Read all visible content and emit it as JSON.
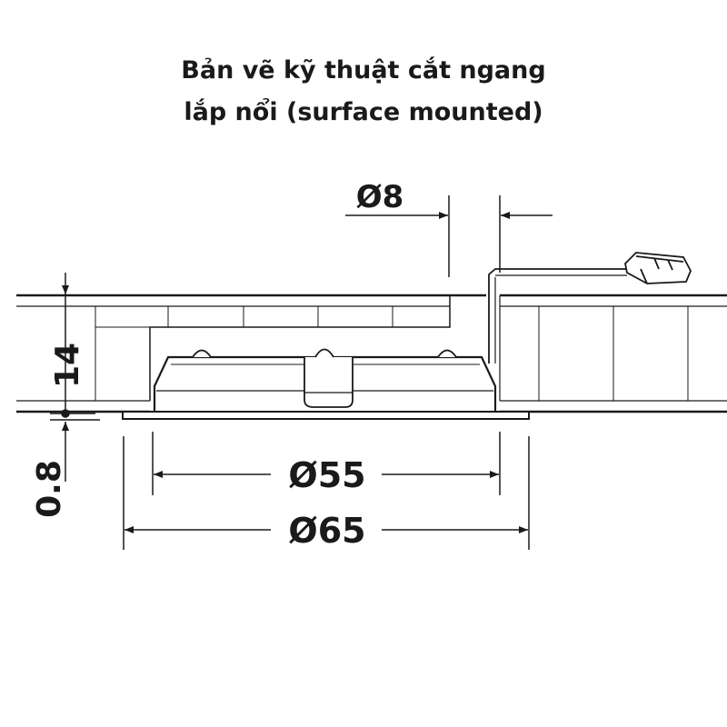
{
  "title": {
    "line1": "Bản vẽ kỹ thuật cắt ngang",
    "line2": "lắp nổi (surface mounted)"
  },
  "dimensions": {
    "cable_diameter": "Ø8",
    "cutout_diameter": "Ø55",
    "outer_diameter": "Ø65",
    "height": "14",
    "flange_thickness": "0.8"
  },
  "colors": {
    "line": "#1a1a1a",
    "text": "#1a1a1a",
    "background": "#ffffff"
  }
}
